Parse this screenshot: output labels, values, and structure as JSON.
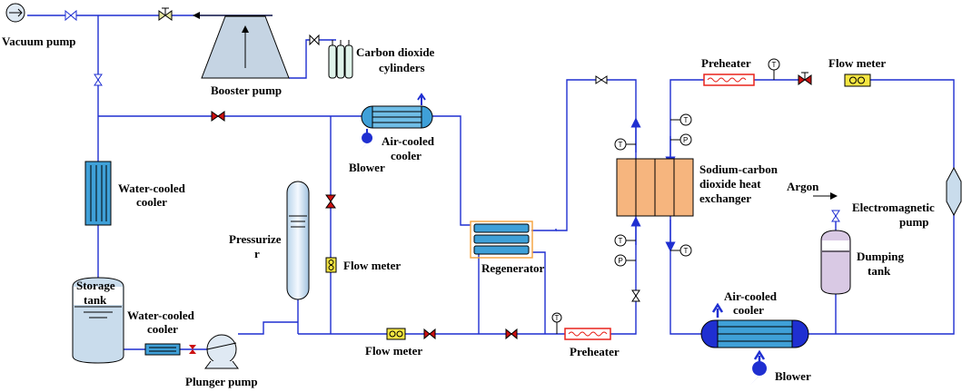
{
  "labels": {
    "vacuum_pump": "Vacuum pump",
    "booster_pump": "Booster pump",
    "co2_cyl_1": "Carbon dioxide",
    "co2_cyl_2": "cylinders",
    "air_cooler_top_1": "Air-cooled",
    "air_cooler_top_2": "cooler",
    "blower_top": "Blower",
    "water_cooler_left_1": "Water-cooled",
    "water_cooler_left_2": "cooler",
    "pressurizer_1": "Pressurize",
    "pressurizer_2": "r",
    "flow_meter_mid": "Flow meter",
    "storage_tank_1": "Storage",
    "storage_tank_2": "tank",
    "water_cooler_bottom_1": "Water-cooled",
    "water_cooler_bottom_2": "cooler",
    "plunger_pump": "Plunger pump",
    "flow_meter_bottom": "Flow meter",
    "regenerator": "Regenerator",
    "preheater_bottom": "Preheater",
    "preheater_top": "Preheater",
    "flow_meter_top": "Flow meter",
    "hx_1": "Sodium-carbon",
    "hx_2": "dioxide heat",
    "hx_3": "exchanger",
    "argon": "Argon",
    "em_pump_1": "Electromagnetic",
    "em_pump_2": "pump",
    "dumping_tank_1": "Dumping",
    "dumping_tank_2": "tank",
    "air_cooler_bottom_1": "Air-cooled",
    "air_cooler_bottom_2": "cooler",
    "blower_bottom": "Blower"
  },
  "gauges": {
    "t": "T",
    "p": "P"
  },
  "colors": {
    "co2_pipe": "#1f2fd1",
    "cooler_fill": "#3fa0d8",
    "hx_fill": "#f6b57e",
    "preheater": "#e8221b",
    "flow_meter": "#f5e642",
    "valve_red": "#cc1111",
    "tank_fill": "#c9dcec",
    "dump_fill": "#d9c9e4"
  }
}
